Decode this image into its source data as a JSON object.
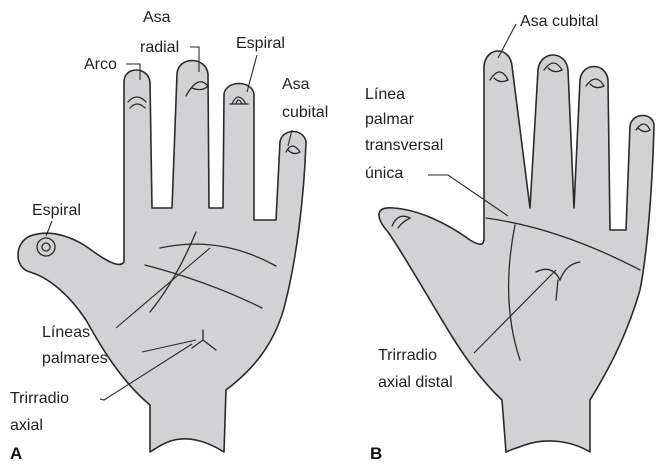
{
  "panels": {
    "a": {
      "letter": "A",
      "labels": {
        "asa_radial": [
          "Asa",
          "radial"
        ],
        "espiral_top": "Espiral",
        "arco": "Arco",
        "asa_cubital": [
          "Asa",
          "cubital"
        ],
        "espiral_thumb": "Espiral",
        "lineas_palmares": [
          "Líneas",
          "palmares"
        ],
        "trirradio_axial": [
          "Trirradio",
          "axial"
        ]
      }
    },
    "b": {
      "letter": "B",
      "labels": {
        "asa_cubital": "Asa cubital",
        "linea_palmar": [
          "Línea",
          "palmar",
          "transversal",
          "única"
        ],
        "trirradio_axial_distal": [
          "Trirradio",
          "axial distal"
        ]
      }
    }
  },
  "colors": {
    "skin": "#d2d2d4",
    "outline": "#2a2a2a",
    "text": "#222222"
  }
}
